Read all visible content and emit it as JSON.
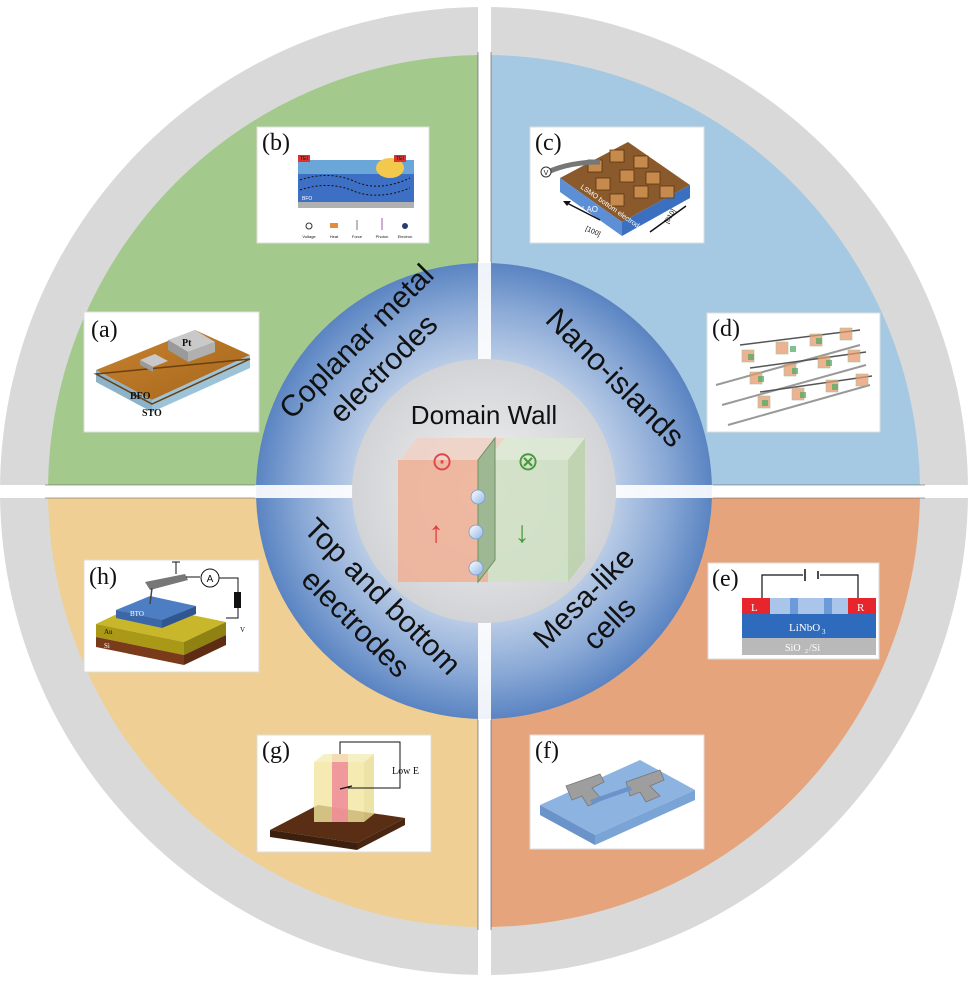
{
  "center": {
    "title": "Domain Wall",
    "symbol_out": "⊙",
    "symbol_in": "⊗",
    "arrow_up": "↑",
    "arrow_down": "↓"
  },
  "ring_labels": {
    "top_left": [
      "Coplanar metal",
      "electrodes"
    ],
    "top_right": "Nano-islands",
    "bottom_left": [
      "Top and bottom",
      "electrodes"
    ],
    "bottom_right": [
      "Mesa-like",
      "cells"
    ]
  },
  "panels": {
    "a": {
      "tag": "(a)",
      "texts": [
        "Pt",
        "BFO",
        "STO"
      ]
    },
    "b": {
      "tag": "(b)",
      "texts": [
        "TEI",
        "TEI",
        "BFO",
        "Voltage",
        "Heat",
        "Force",
        "Photon",
        "Electron"
      ]
    },
    "c": {
      "tag": "(c)",
      "texts": [
        "LSMO bottom electrode",
        "LAO",
        "[100]",
        "[010]",
        "V"
      ]
    },
    "d": {
      "tag": "(d)"
    },
    "e": {
      "tag": "(e)",
      "texts": [
        "L",
        "R",
        "LiNbO",
        "3",
        "SiO",
        "2",
        "/Si"
      ]
    },
    "f": {
      "tag": "(f)"
    },
    "g": {
      "tag": "(g)",
      "texts": [
        "Low E"
      ]
    },
    "h": {
      "tag": "(h)",
      "texts": [
        "A",
        "BTO",
        "Au",
        "Si",
        "V"
      ]
    }
  },
  "colors": {
    "outer_ring": "#d9d9da",
    "q_top_left": "#a3ca8c",
    "q_top_right": "#a5c9e2",
    "q_bottom_left": "#efcf94",
    "q_bottom_right": "#e6a47c",
    "inner_ring": "#5b86c5",
    "core": "#dcdcde"
  }
}
